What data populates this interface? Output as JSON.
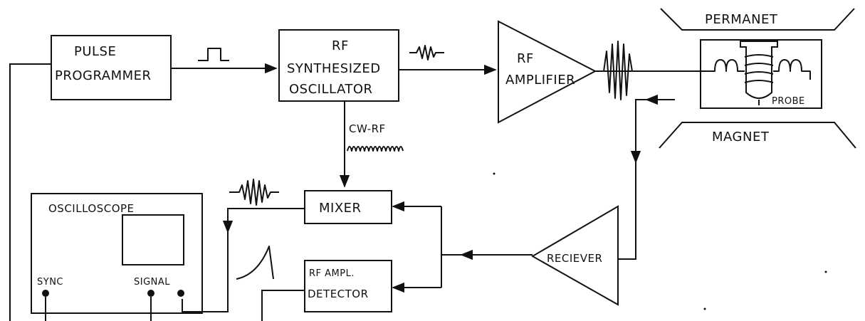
{
  "blocks": {
    "pulse_programmer": {
      "line1": "PULSE",
      "line2": "PROGRAMMER"
    },
    "rf_oscillator": {
      "line1": "RF",
      "line2": "SYNTHESIZED",
      "line3": "OSCILLATOR"
    },
    "rf_amplifier": {
      "line1": "RF",
      "line2": "AMPLIFIER"
    },
    "magnet_top": "PERMANET",
    "magnet_bottom": "MAGNET",
    "probe": "PROBE",
    "cw_rf": "CW-RF",
    "mixer": "MIXER",
    "detector": {
      "line1": "RF AMPL.",
      "line2": "DETECTOR"
    },
    "receiver": "RECIEVER",
    "oscilloscope": "OSCILLOSCOPE",
    "sync": "SYNC",
    "signal": "SIGNAL"
  }
}
